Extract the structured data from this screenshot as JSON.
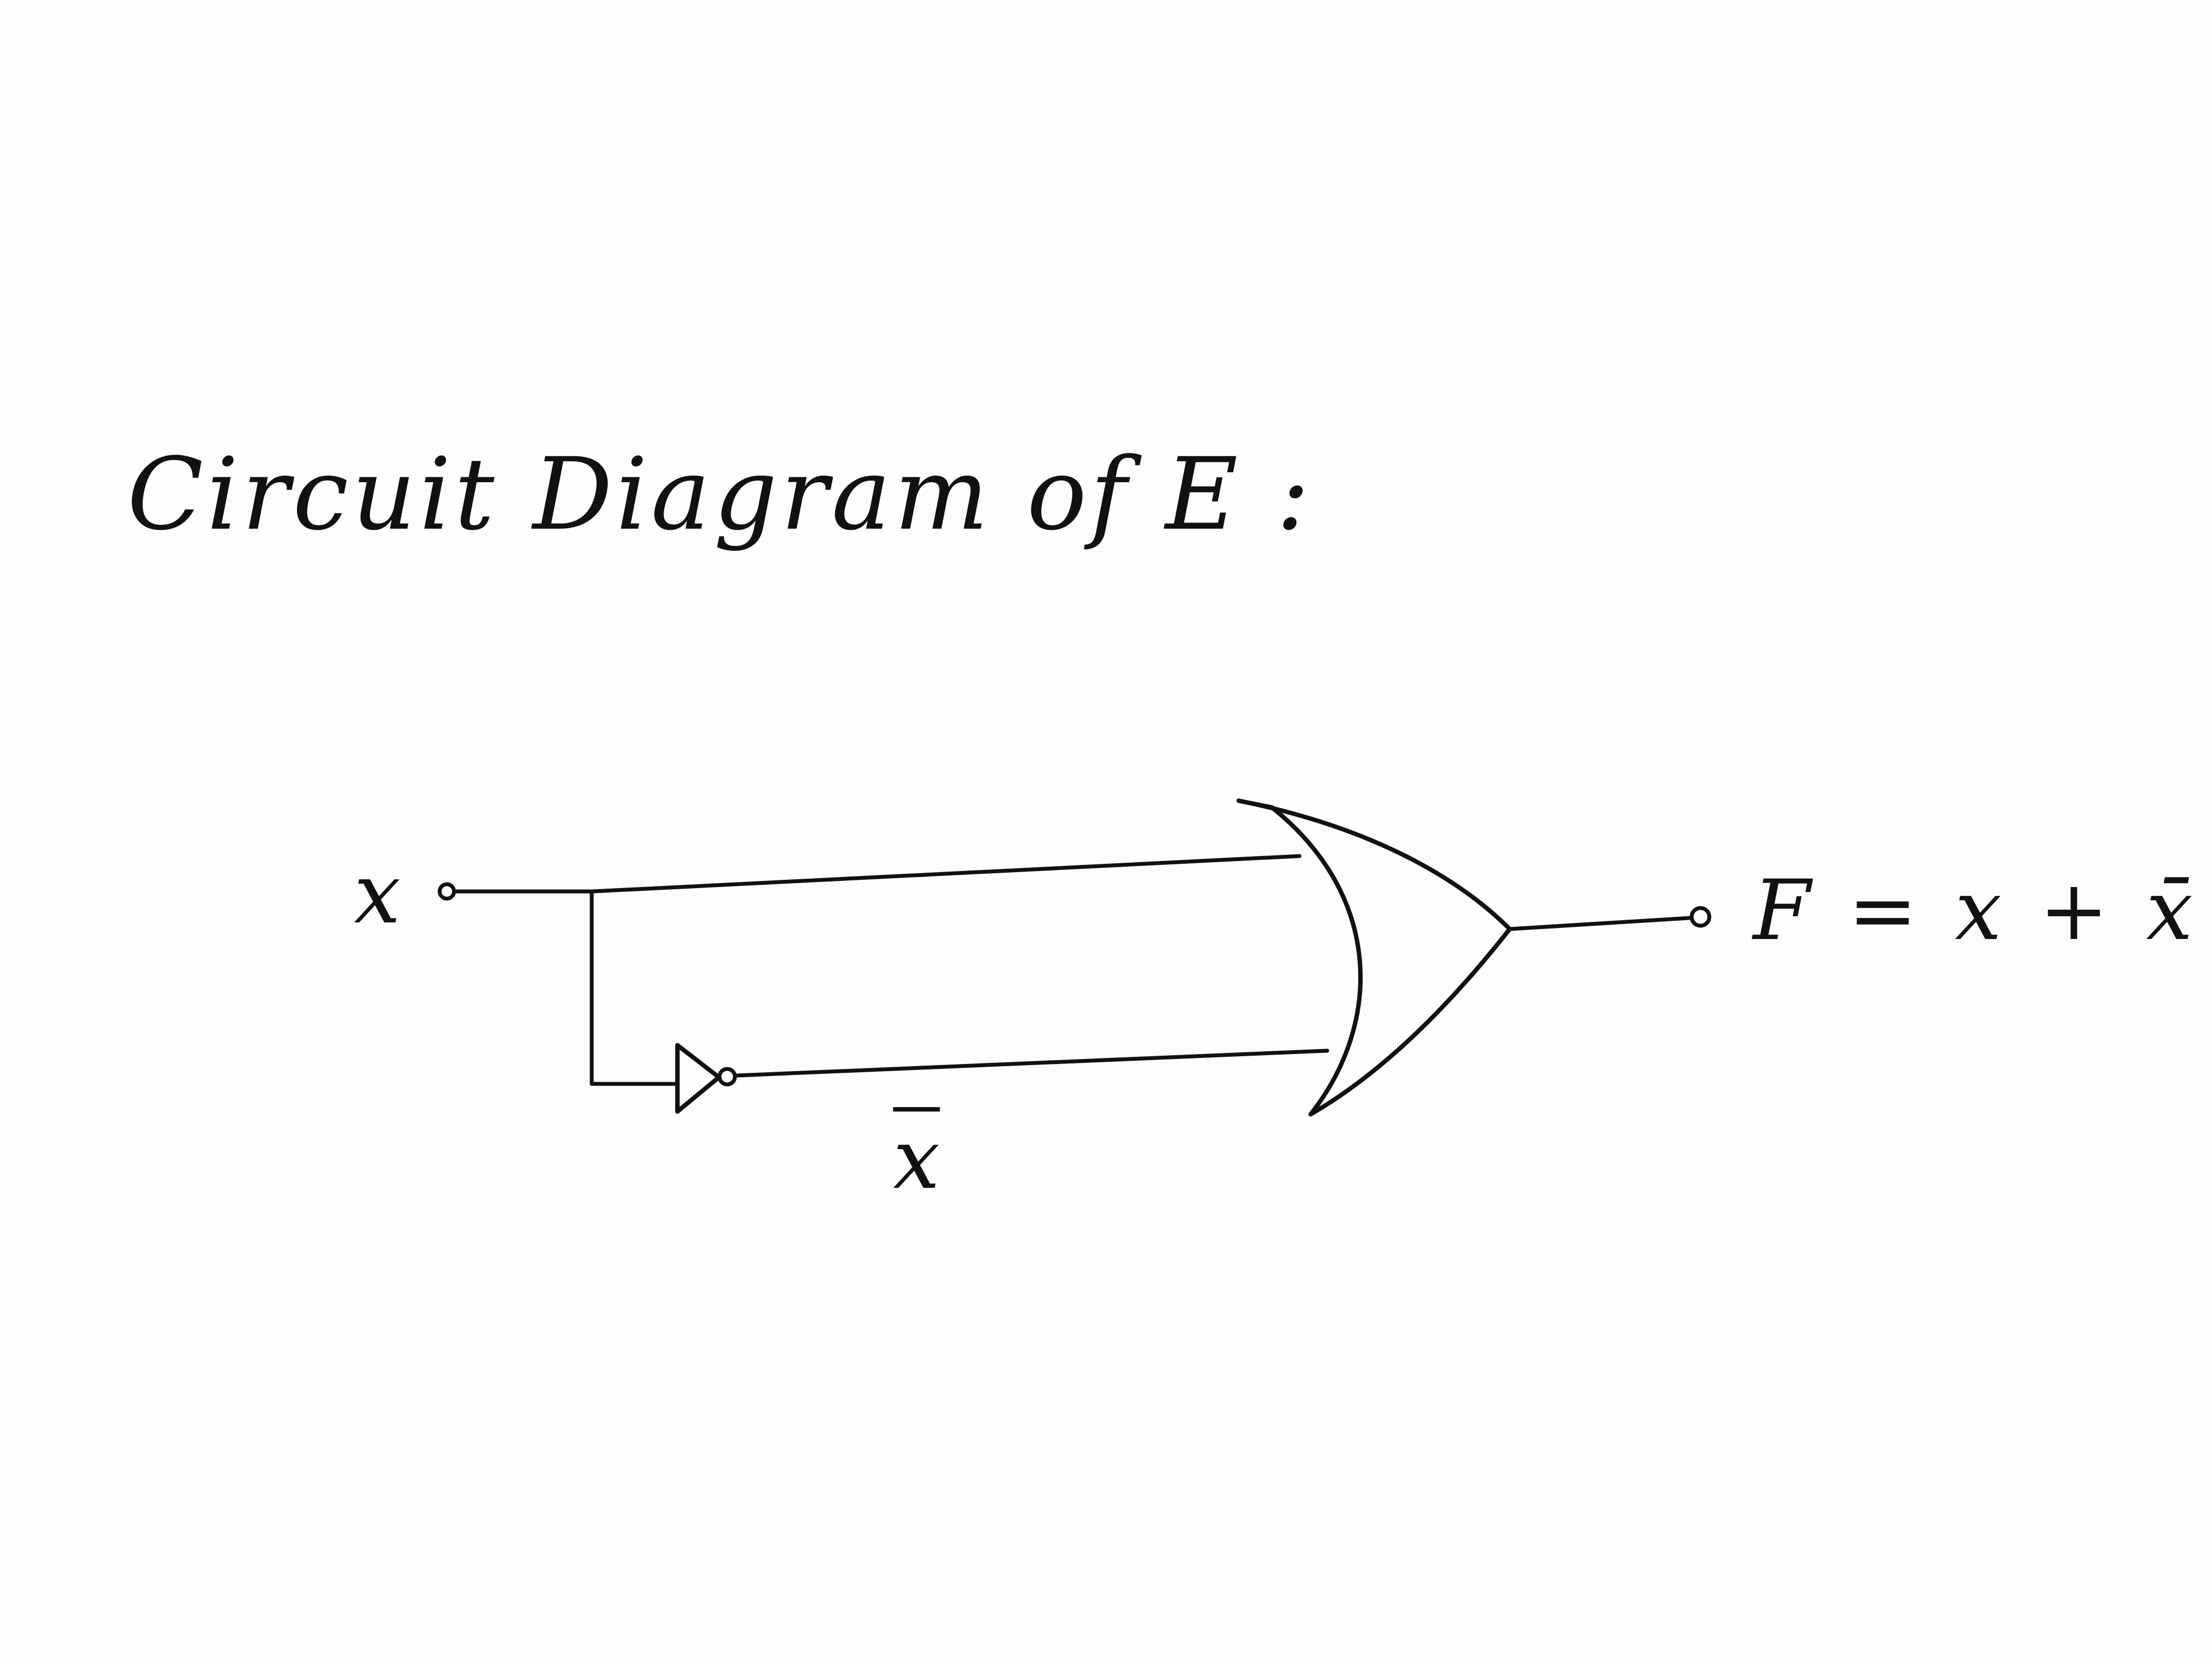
{
  "title": "Circuit Diagram of E :",
  "input_label": "x",
  "inverted_label": "x",
  "output_label": "F = x + x̄"
}
